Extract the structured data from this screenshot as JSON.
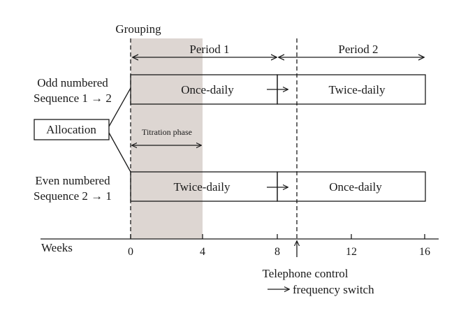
{
  "diagram": {
    "grouping_label": "Grouping",
    "period1_label": "Period 1",
    "period2_label": "Period 2",
    "allocation_label": "Allocation",
    "odd_group": {
      "line1": "Odd numbered",
      "line2": "Sequence 1 → 2",
      "period1_regimen": "Once-daily",
      "period2_regimen": "Twice-daily"
    },
    "even_group": {
      "line1": "Even numbered",
      "line2": "Sequence 2 → 1",
      "period1_regimen": "Twice-daily",
      "period2_regimen": "Once-daily"
    },
    "titration_label": "Titration phase",
    "axis": {
      "label": "Weeks",
      "ticks": [
        "0",
        "4",
        "8",
        "12",
        "16"
      ]
    },
    "telephone_line1": "Telephone control",
    "telephone_line2": "frequency switch",
    "colors": {
      "ink": "#1a1a1a",
      "titration_shade": "#ddd6d2"
    }
  }
}
